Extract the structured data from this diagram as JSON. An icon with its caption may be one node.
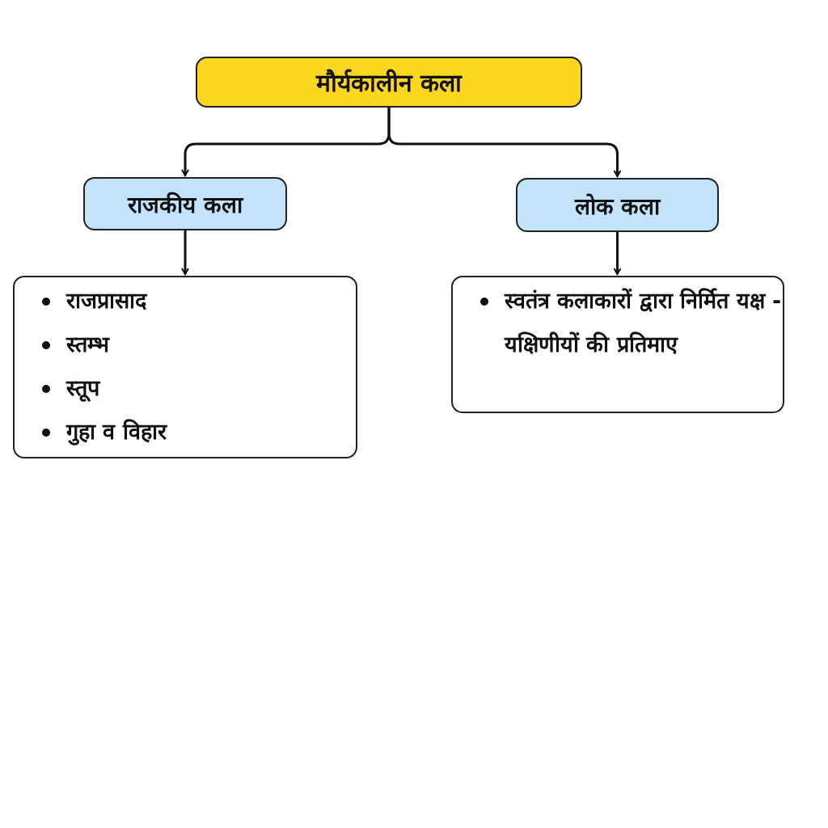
{
  "diagram": {
    "nodes": [
      {
        "text": [
          "मौर्यकालीन कला"
        ]
      },
      {
        "text": [
          "राजकीय कला"
        ]
      },
      {
        "text": [
          "लोक कला"
        ]
      },
      {
        "text": [
          "राजप्रासाद",
          "स्तम्भ",
          "स्तूप",
          "गुहा व विहार"
        ]
      },
      {
        "text": [
          "स्वतंत्र कलाकारों द्वारा निर्मित यक्ष - यक्षिणीयों की प्रतिमाए"
        ]
      }
    ],
    "edges": [
      {
        "from": 0,
        "to": 1,
        "arrow": "to"
      },
      {
        "from": 0,
        "to": 2,
        "arrow": "to"
      },
      {
        "from": 1,
        "to": 3,
        "arrow": "to"
      },
      {
        "from": 2,
        "to": 4,
        "arrow": "to"
      }
    ]
  }
}
